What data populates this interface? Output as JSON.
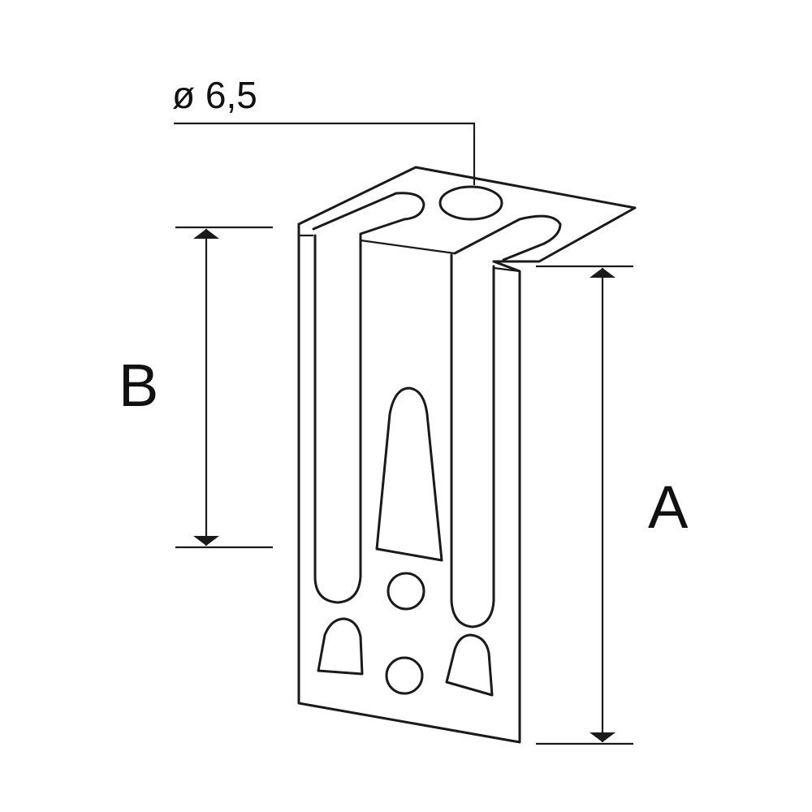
{
  "diagram": {
    "diameter_label": "ø 6,5",
    "dimension_a_label": "A",
    "dimension_b_label": "B",
    "line_color": "#1a1a1a",
    "background_color": "#ffffff"
  }
}
